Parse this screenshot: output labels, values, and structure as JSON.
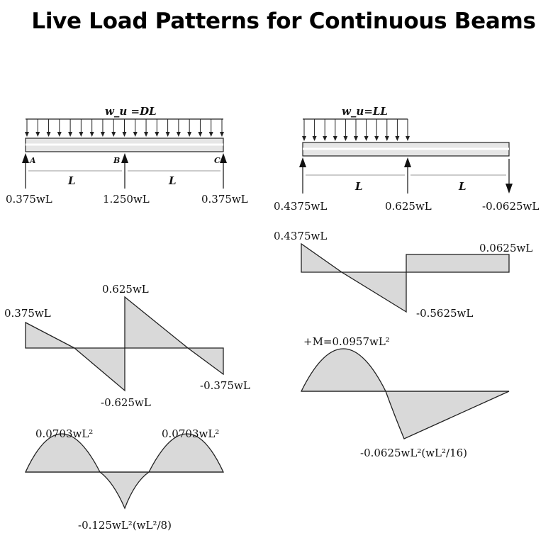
{
  "title": "Live Load Patterns for Continuous Beams",
  "left": {
    "load_label": "w_u =DL",
    "support_a": "A",
    "support_b": "B",
    "support_c": "C",
    "span1": "L",
    "span2": "L",
    "reaction_a": "0.375wL",
    "reaction_b": "1.250wL",
    "reaction_c": "0.375wL",
    "shear_a": "0.375wL",
    "shear_b_right": "0.625wL",
    "shear_b_left": "-0.625wL",
    "shear_c": "-0.375wL",
    "moment_pos1": "0.0703wL²",
    "moment_pos2": "0.0703wL²",
    "moment_neg": "-0.125wL²(wL²/8)"
  },
  "right": {
    "load_label": "w_u=LL",
    "span1": "L",
    "span2": "L",
    "reaction_a": "0.4375wL",
    "reaction_b": "0.625wL",
    "reaction_c": "-0.0625wL",
    "shear_a": "0.4375wL",
    "shear_b_right": "0.0625wL",
    "shear_b_left": "-0.5625wL",
    "moment_pos": "+M=0.0957wL²",
    "moment_neg": "-0.0625wL²(wL²/16)"
  }
}
